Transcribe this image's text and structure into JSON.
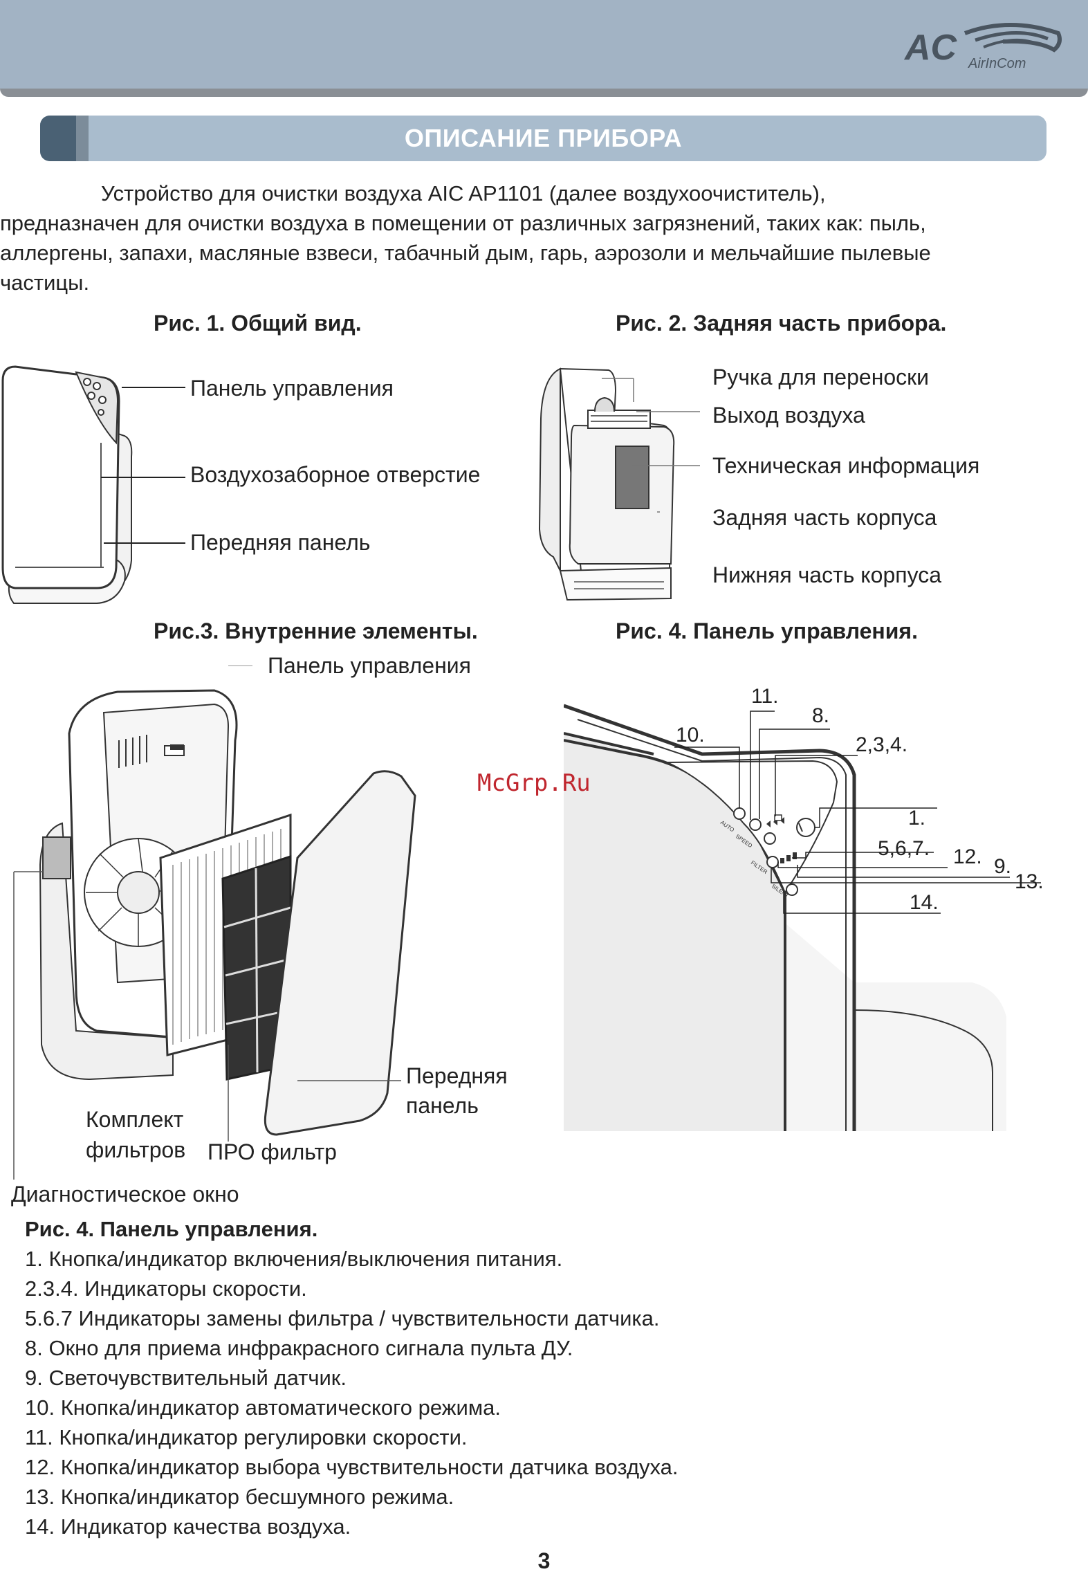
{
  "header": {
    "logo_text": "AC",
    "logo_brand": "AirInCom"
  },
  "section_title": "ОПИСАНИЕ ПРИБОРА",
  "intro": {
    "line1": "Устройство для очистки воздуха AIC AP1101 (далее воздухоочиститель),",
    "line2": "предназначен для очистки воздуха в помещении от различных загрязнений, таких как: пыль,",
    "line3": "аллергены, запахи, масляные взвеси, табачный дым, гарь, аэрозоли и мельчайшие пылевые",
    "line4": "частицы."
  },
  "fig1": {
    "caption": "Рис. 1. Общий вид.",
    "labels": [
      "Панель управления",
      "Воздухозаборное отверстие",
      "Передняя панель"
    ]
  },
  "fig2": {
    "caption": "Рис. 2. Задняя часть прибора.",
    "labels": [
      "Ручка для переноски",
      "Выход воздуха",
      "Техническая информация",
      "Задняя часть корпуса",
      "Нижняя часть корпуса"
    ]
  },
  "fig3": {
    "caption": "Рис.3. Внутренние элементы.",
    "label_panel": "Панель управления",
    "label_front_1": "Передняя",
    "label_front_2": "панель",
    "label_kit_1": "Комплект",
    "label_kit_2": "фильтров",
    "label_pro": "ПРО фильтр",
    "label_diag": "Диагностическое окно"
  },
  "fig4": {
    "caption": "Рис. 4. Панель управления.",
    "callouts": [
      "11.",
      "8.",
      "10.",
      "2,3,4.",
      "1.",
      "5,6,7.",
      "12.",
      "9.",
      "13.",
      "14."
    ],
    "panel_marks": [
      "AUTO",
      "SPEED",
      "FILTER",
      "SILENT"
    ]
  },
  "watermark": "McGrp.Ru",
  "legend": {
    "title": "Рис. 4. Панель управления.",
    "items": [
      "1. Кнопка/индикатор включения/выключения питания.",
      "2.3.4. Индикаторы скорости.",
      "5.6.7 Индикаторы замены фильтра / чувствительности датчика.",
      "8. Окно для приема инфракрасного сигнала пульта ДУ.",
      "9. Светочувствительный датчик.",
      "10. Кнопка/индикатор автоматического режима.",
      "11. Кнопка/индикатор регулировки скорости.",
      "12. Кнопка/индикатор выбора чувствительности датчика воздуха.",
      "13. Кнопка/индикатор бесшумного режима.",
      "14. Индикатор качества воздуха."
    ]
  },
  "page_number": "3",
  "colors": {
    "header": "#a2b3c4",
    "header_line": "#8a8f95",
    "section_bar": "#a9bccd",
    "section_accent": "#4a6174",
    "watermark": "#c0262e"
  }
}
